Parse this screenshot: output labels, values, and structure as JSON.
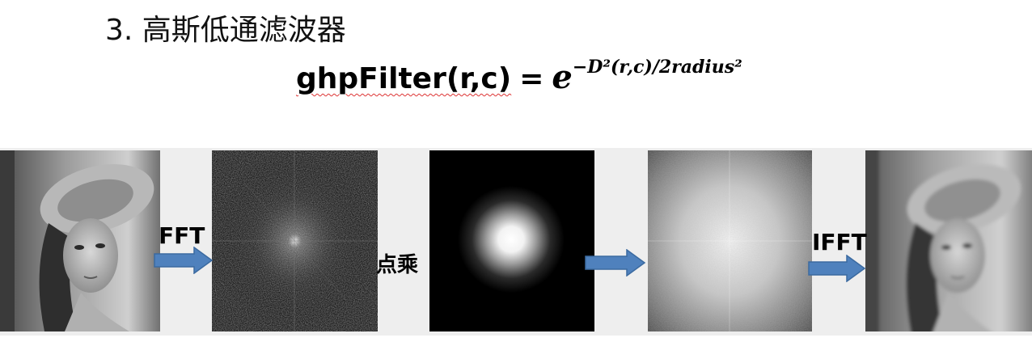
{
  "heading": "3. 高斯低通滤波器",
  "formula": {
    "lhs": "ghpFilter(r,c)",
    "equals": "=",
    "base": "e",
    "exponent": "−D²(r,c)/2radius²"
  },
  "steps": {
    "fft_label": "FFT",
    "multiply_label": "点乘",
    "ifft_label": "IFFT"
  },
  "panels": [
    {
      "name": "original-image",
      "description": "grayscale portrait"
    },
    {
      "name": "fft-spectrum",
      "description": "frequency spectrum"
    },
    {
      "name": "gaussian-mask",
      "description": "gaussian low-pass mask"
    },
    {
      "name": "filtered-spectrum",
      "description": "filtered spectrum"
    },
    {
      "name": "filtered-image",
      "description": "blurred portrait"
    }
  ],
  "colors": {
    "arrow_fill": "#4f81bd",
    "arrow_stroke": "#3b6aa0",
    "strip_background": "#eeeeee"
  }
}
